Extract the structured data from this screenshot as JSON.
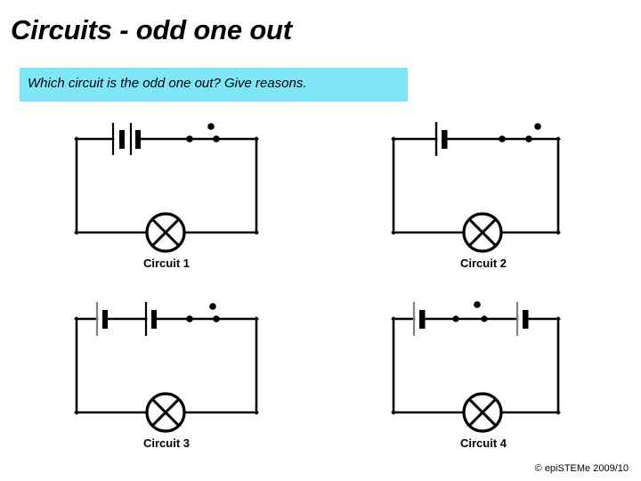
{
  "slide": {
    "title": "Circuits - odd one out",
    "subtitle": "Which circuit is the odd one out? Give reasons.",
    "subtitle_bg_color": "#7fe6f7",
    "footer": "© epiSTEMe 2009/10",
    "line_color": "#000000",
    "background_color": "#ffffff"
  },
  "circuits": [
    {
      "id": "circuit-1",
      "label": "Circuit 1",
      "components": [
        {
          "type": "battery",
          "cells": 2,
          "position": "top-left",
          "name": "two-cell-battery"
        },
        {
          "type": "switch",
          "state": "open",
          "position": "top-right",
          "name": "open-switch"
        },
        {
          "type": "lamp",
          "position": "bottom-center",
          "name": "lamp"
        }
      ]
    },
    {
      "id": "circuit-2",
      "label": "Circuit 2",
      "components": [
        {
          "type": "battery",
          "cells": 1,
          "position": "top-left",
          "name": "single-cell"
        },
        {
          "type": "switch",
          "state": "open",
          "position": "top-right",
          "name": "open-switch"
        },
        {
          "type": "lamp",
          "position": "bottom-center",
          "name": "lamp"
        }
      ]
    },
    {
      "id": "circuit-3",
      "label": "Circuit 3",
      "components": [
        {
          "type": "cell",
          "cells": 1,
          "position": "top-left",
          "name": "cell-left"
        },
        {
          "type": "cell",
          "cells": 1,
          "position": "top-left-mid",
          "name": "cell-mid"
        },
        {
          "type": "switch",
          "state": "open",
          "position": "top-right",
          "name": "open-switch"
        },
        {
          "type": "lamp",
          "position": "bottom-center",
          "name": "lamp"
        }
      ]
    },
    {
      "id": "circuit-4",
      "label": "Circuit 4",
      "components": [
        {
          "type": "cell",
          "cells": 1,
          "position": "top-left",
          "name": "cell-left"
        },
        {
          "type": "switch",
          "state": "open",
          "position": "top-center",
          "name": "open-switch"
        },
        {
          "type": "cell",
          "cells": 1,
          "position": "top-right",
          "name": "cell-right"
        },
        {
          "type": "lamp",
          "position": "bottom-center",
          "name": "lamp"
        }
      ]
    }
  ]
}
